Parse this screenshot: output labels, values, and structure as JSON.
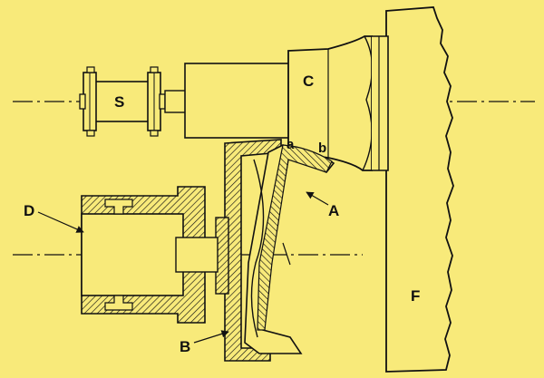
{
  "colors": {
    "background": "#f8ea7a",
    "ink": "#111111"
  },
  "labels": {
    "S": "S",
    "C": "C",
    "a": "a",
    "b": "b",
    "A": "A",
    "D": "D",
    "B": "B",
    "F": "F"
  }
}
